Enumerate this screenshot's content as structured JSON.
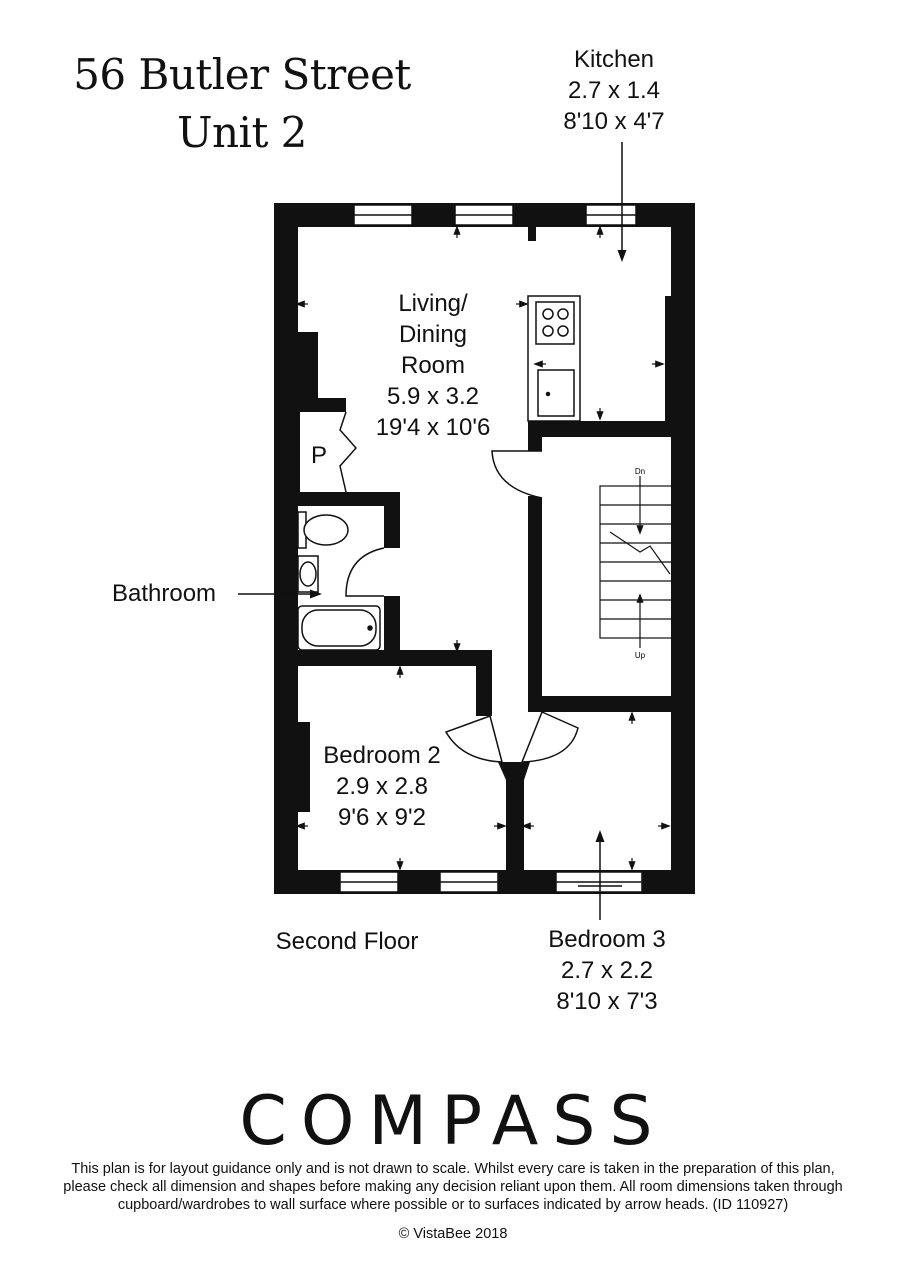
{
  "header": {
    "address_line1": "56 Butler Street",
    "address_line2": "Unit 2"
  },
  "rooms": {
    "kitchen": {
      "name": "Kitchen",
      "metric": "2.7 x 1.4",
      "imperial": "8'10 x 4'7"
    },
    "living": {
      "name_line1": "Living/",
      "name_line2": "Dining",
      "name_line3": "Room",
      "metric": "5.9 x 3.2",
      "imperial": "19'4 x 10'6"
    },
    "pantry": {
      "name": "P"
    },
    "bathroom": {
      "name": "Bathroom"
    },
    "bedroom2": {
      "name": "Bedroom 2",
      "metric": "2.9 x 2.8",
      "imperial": "9'6 x 9'2"
    },
    "bedroom3": {
      "name": "Bedroom 3",
      "metric": "2.7 x 2.2",
      "imperial": "8'10 x 7'3"
    }
  },
  "stairs": {
    "down_label": "Dn",
    "up_label": "Up"
  },
  "floor_label": "Second Floor",
  "brand": {
    "logo_text": "COMPASS"
  },
  "footer": {
    "disclaimer_line1": "This plan is for layout guidance only and is not drawn to scale. Whilst every care is taken in the preparation of this plan,",
    "disclaimer_line2": "please check all dimension and shapes before making any decision reliant upon them. All room dimensions taken through",
    "disclaimer_line3": "cupboard/wardrobes to wall surface where possible or to surfaces indicated by arrow heads. (ID 110927)",
    "copyright": "© VistaBee 2018"
  },
  "colors": {
    "wall": "#111111",
    "background": "#ffffff"
  }
}
